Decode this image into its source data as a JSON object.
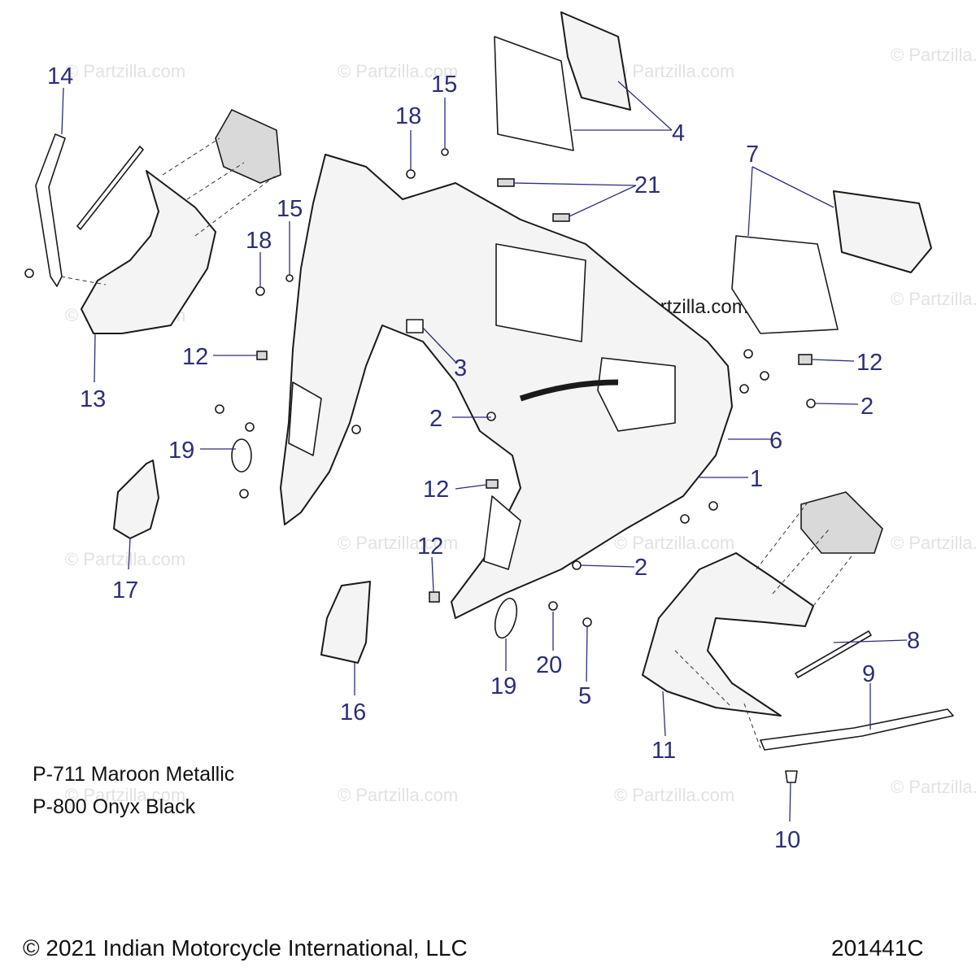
{
  "watermark": "© Partzilla.com",
  "watermark_center": "© Partzilla.com",
  "callouts": {
    "c14": "14",
    "c13": "13",
    "c18a": "18",
    "c15a": "15",
    "c18b": "18",
    "c15b": "15",
    "c4": "4",
    "c21": "21",
    "c7": "7",
    "c12a": "12",
    "c3": "3",
    "c12b": "12",
    "c2a": "2",
    "c6": "6",
    "c2b": "2",
    "c1": "1",
    "c19a": "19",
    "c12c": "12",
    "c17": "17",
    "c12d": "12",
    "c2c": "2",
    "c8": "8",
    "c9": "9",
    "c20": "20",
    "c19b": "19",
    "c5": "5",
    "c11": "11",
    "c16": "16",
    "c10": "10"
  },
  "notes": [
    "P-711 Maroon Metallic",
    "P-800 Onyx Black"
  ],
  "footer": {
    "copyright": "© 2021 Indian Motorcycle International, LLC",
    "diagram_number": "201441C"
  }
}
